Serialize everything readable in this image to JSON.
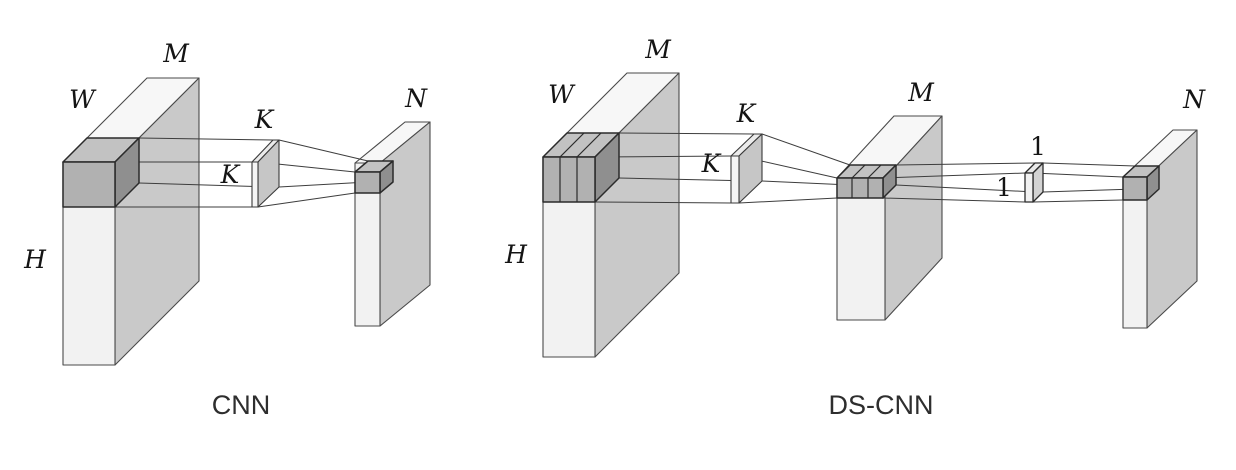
{
  "colors": {
    "background": "#ffffff",
    "slab_front": "#f2f2f2",
    "slab_top": "#f7f7f7",
    "slab_side": "#c9c9c9",
    "highlight_front": "#b1b1b1",
    "highlight_top": "#c2c2c2",
    "highlight_side": "#8f8f8f",
    "kernel_front": "#f5f5f5",
    "kernel_top": "#ebebeb",
    "kernel_side": "#c6c6c6",
    "pointwise_front": "#f1f1f1",
    "pointwise_top": "#e9e9e9",
    "pointwise_side": "#d3d3d3",
    "line": "#3d3d3d",
    "text": "#141414"
  },
  "cnn": {
    "caption": "CNN",
    "labels": {
      "input_width": "W",
      "input_channels": "M",
      "input_height": "H",
      "kernel_depth": "K",
      "kernel_height": "K",
      "output_channels": "N"
    }
  },
  "ds_cnn": {
    "caption": "DS-CNN",
    "labels": {
      "input_width": "W",
      "input_channels": "M",
      "input_height": "H",
      "kernel_depth": "K",
      "kernel_height": "K",
      "depthwise_channels": "M",
      "pointwise_depth": "1",
      "pointwise_height": "1",
      "output_channels": "N"
    }
  }
}
